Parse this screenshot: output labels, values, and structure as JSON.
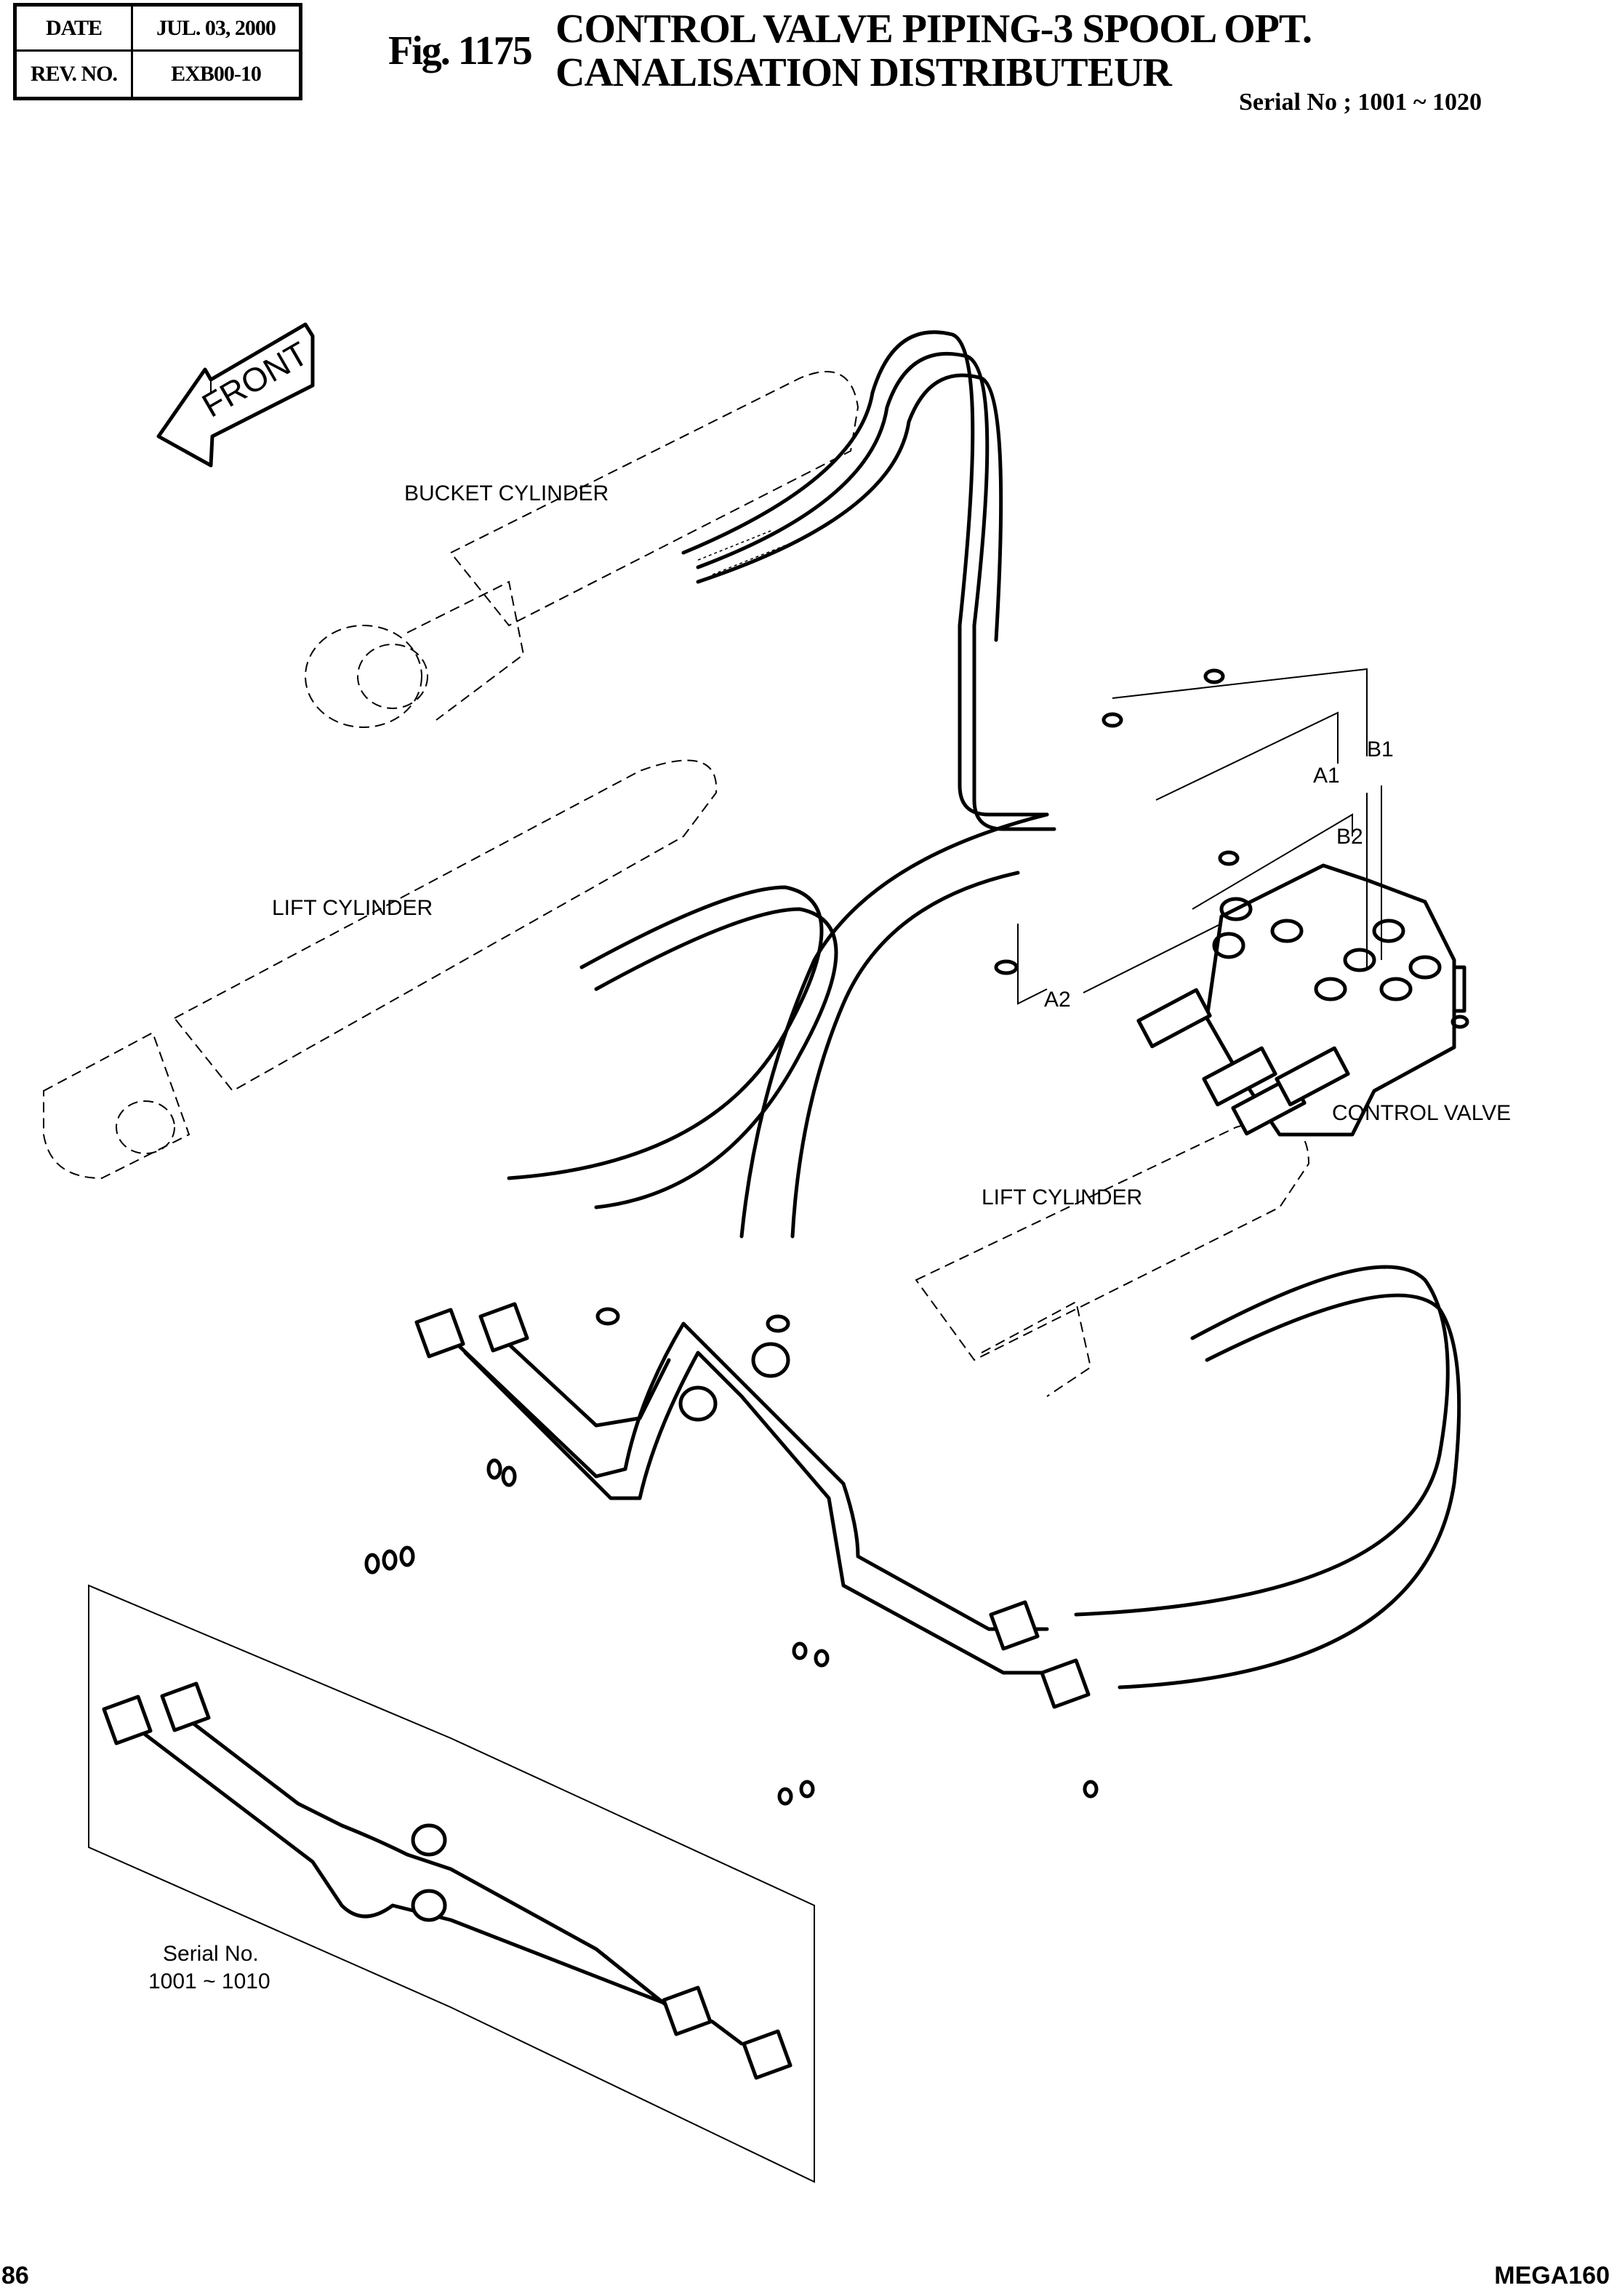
{
  "header": {
    "date_label": "DATE",
    "date_value": "JUL. 03, 2000",
    "rev_label": "REV. NO.",
    "rev_value": "EXB00-10",
    "figure_number": "Fig. 1175",
    "title_en": "CONTROL VALVE PIPING-3 SPOOL OPT.",
    "title_fr": "CANALISATION DISTRIBUTEUR",
    "serial_range": "Serial No ; 1001 ~ 1020"
  },
  "diagram": {
    "direction_arrow": "FRONT",
    "labels": {
      "bucket_cylinder": "BUCKET CYLINDER",
      "lift_cylinder_left": "LIFT CYLINDER",
      "lift_cylinder_right": "LIFT CYLINDER",
      "control_valve": "CONTROL VALVE",
      "port_a1": "A1",
      "port_b1": "B1",
      "port_b2": "B2",
      "port_a2": "A2",
      "inset_serial_line1": "Serial No.",
      "inset_serial_line2": "1001 ~ 1010"
    }
  },
  "footer": {
    "page_number": "86",
    "model": "MEGA160"
  }
}
